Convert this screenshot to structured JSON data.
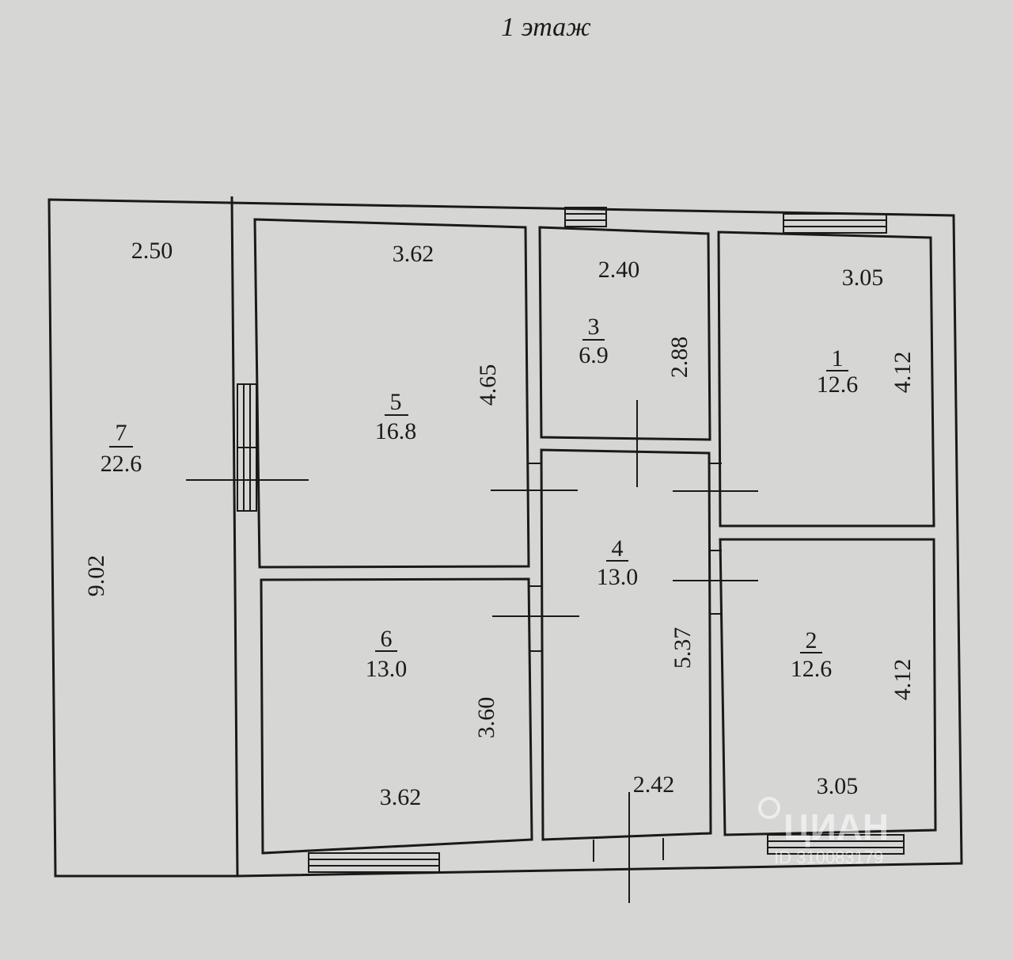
{
  "title": "1 этаж",
  "rooms": [
    {
      "num": "1",
      "area": "12.6",
      "width": "3.05",
      "height": "4.12"
    },
    {
      "num": "2",
      "area": "12.6",
      "width": "3.05",
      "height": "4.12"
    },
    {
      "num": "3",
      "area": "6.9",
      "width": "2.40",
      "height": "2.88"
    },
    {
      "num": "4",
      "area": "13.0",
      "width": "2.42",
      "height": "5.37"
    },
    {
      "num": "5",
      "area": "16.8",
      "width": "3.62",
      "height": "4.65"
    },
    {
      "num": "6",
      "area": "13.0",
      "width": "3.62",
      "height": "3.60"
    },
    {
      "num": "7",
      "area": "22.6",
      "width": "2.50",
      "height": "9.02"
    }
  ],
  "watermark": {
    "brand": "ЦИАН",
    "id_text": "ID 310083179"
  }
}
